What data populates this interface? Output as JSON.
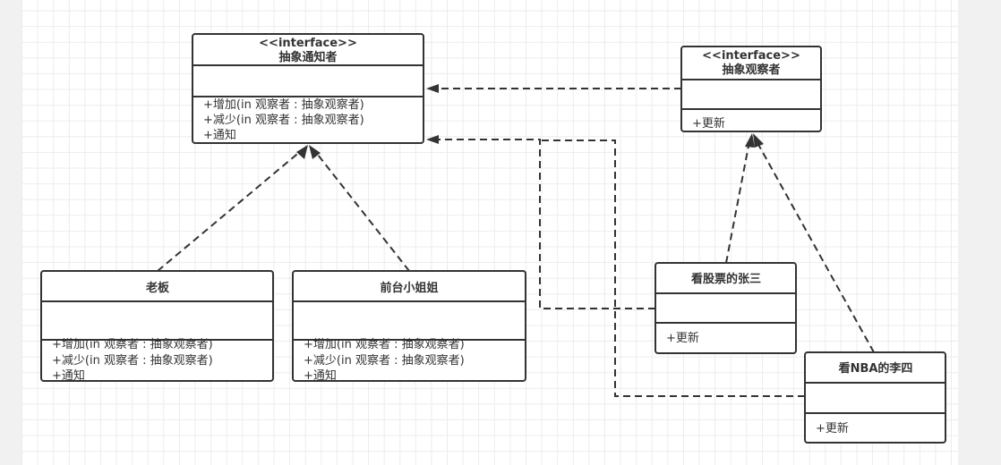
{
  "classes": {
    "notifier": {
      "stereotype": "<<interface>>",
      "name": "抽象通知者",
      "ops": [
        "+增加(in 观察者 : 抽象观察者)",
        "+减少(in 观察者 : 抽象观察者)",
        "+通知"
      ]
    },
    "observer": {
      "stereotype": "<<interface>>",
      "name": "抽象观察者",
      "ops": [
        "+更新"
      ]
    },
    "boss": {
      "name": "老板",
      "ops": [
        "+增加(in 观察者 : 抽象观察者)",
        "+减少(in 观察者 : 抽象观察者)",
        "+通知"
      ]
    },
    "secretary": {
      "name": "前台小姐姐",
      "ops": [
        "+增加(in 观察者 : 抽象观察者)",
        "+减少(in 观察者 : 抽象观察者)",
        "+通知"
      ]
    },
    "zhangsan": {
      "name": "看股票的张三",
      "ops": [
        "+更新"
      ]
    },
    "lisi": {
      "name": "看NBA的李四",
      "ops": [
        "+更新"
      ]
    }
  },
  "relations": [
    {
      "from": "observer",
      "to": "notifier",
      "type": "dependency"
    },
    {
      "from": "zhangsan",
      "to": "notifier",
      "type": "dependency"
    },
    {
      "from": "lisi",
      "to": "notifier",
      "type": "dependency"
    },
    {
      "from": "boss",
      "to": "notifier",
      "type": "realization"
    },
    {
      "from": "secretary",
      "to": "notifier",
      "type": "realization"
    },
    {
      "from": "zhangsan",
      "to": "observer",
      "type": "realization"
    },
    {
      "from": "lisi",
      "to": "observer",
      "type": "realization"
    }
  ]
}
